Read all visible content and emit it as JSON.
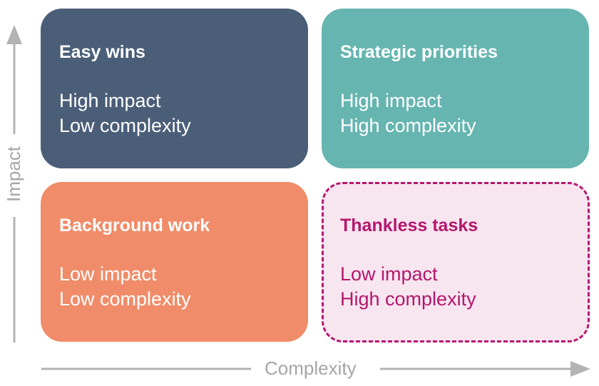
{
  "axes": {
    "x_label": "Complexity",
    "y_label": "Impact",
    "color": "#b3b3b3"
  },
  "quadrants": {
    "top_left": {
      "title": "Easy wins",
      "line1": "High impact",
      "line2": "Low complexity",
      "bg_color": "#4b5e78",
      "text_color": "#ffffff"
    },
    "top_right": {
      "title": "Strategic priorities",
      "line1": "High impact",
      "line2": "High complexity",
      "bg_color": "#66b5b1",
      "text_color": "#ffffff"
    },
    "bottom_left": {
      "title": "Background work",
      "line1": "Low impact",
      "line2": "Low complexity",
      "bg_color": "#f08c69",
      "text_color": "#ffffff"
    },
    "bottom_right": {
      "title": "Thankless tasks",
      "line1": "Low impact",
      "line2": "High complexity",
      "bg_color": "#f7e5f0",
      "text_color": "#b5176c",
      "border_color": "#b5176c",
      "border_style": "dashed"
    }
  }
}
